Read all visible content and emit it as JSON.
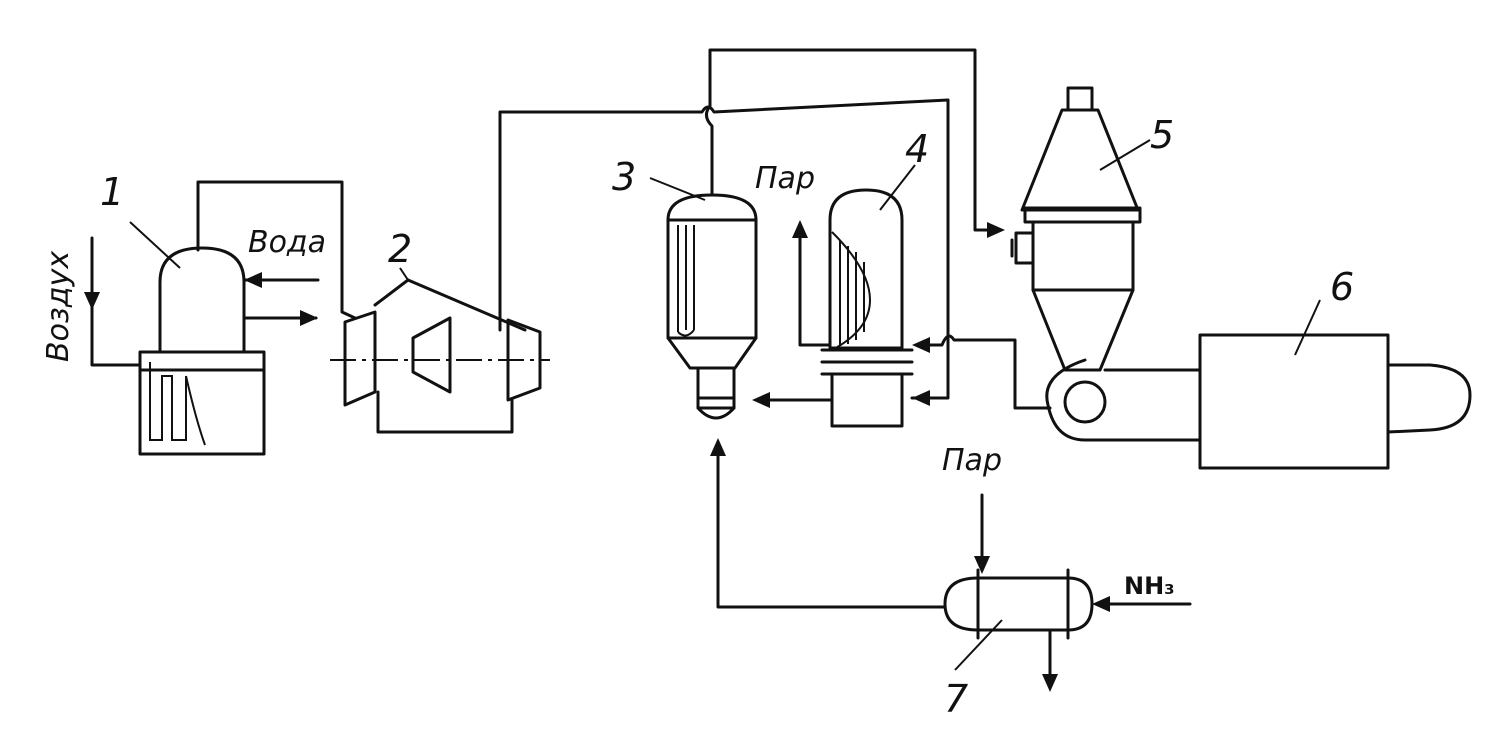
{
  "labels": {
    "unit1": "1",
    "unit2": "2",
    "unit3": "3",
    "unit4": "4",
    "unit5": "5",
    "unit6": "6",
    "unit7": "7"
  },
  "streams": {
    "air": "Воздух",
    "water": "Вода",
    "steam_top": "Пар",
    "steam_bottom": "Пар",
    "ammonia": "NH₃"
  }
}
